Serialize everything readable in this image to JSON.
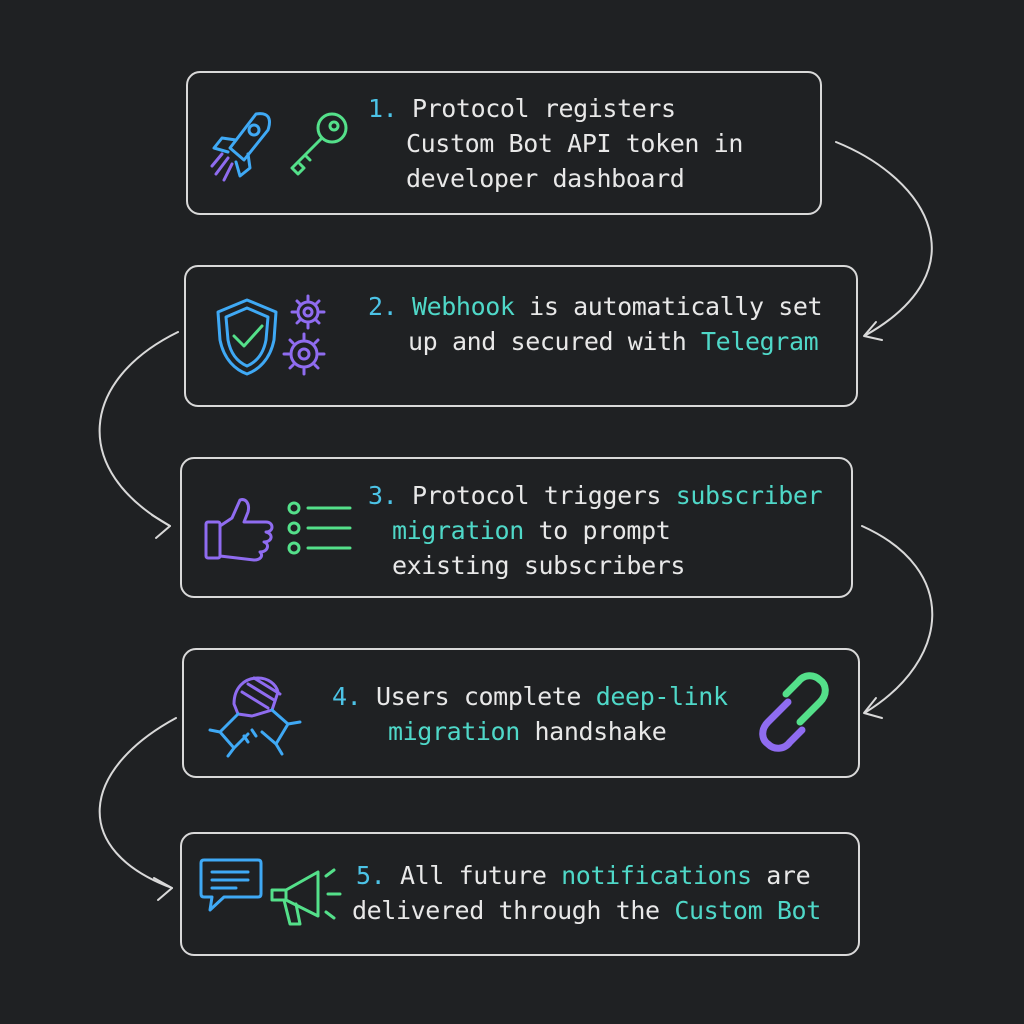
{
  "colors": {
    "background": "#1f2123",
    "box_border": "#d9d9d9",
    "number": "#4cc3e6",
    "highlight_teal": "#4fd8c8",
    "highlight_green": "#5fe39a",
    "icon_blue": "#3fa9f5",
    "icon_purple": "#8f6cf0",
    "icon_green": "#54e08a"
  },
  "steps": [
    {
      "number": "1.",
      "icons": [
        "rocket-icon",
        "key-icon"
      ],
      "lines": [
        [
          {
            "t": " Protocol registers",
            "c": ""
          }
        ],
        [
          {
            "t": "Custom Bot API token in",
            "c": ""
          }
        ],
        [
          {
            "t": "developer dashboard",
            "c": ""
          }
        ]
      ]
    },
    {
      "number": "2.",
      "icons": [
        "shield-check-icon",
        "gears-icon"
      ],
      "lines": [
        [
          {
            "t": " ",
            "c": ""
          },
          {
            "t": "Webhook",
            "c": "hl-teal"
          },
          {
            "t": " is automatically set",
            "c": ""
          }
        ],
        [
          {
            "t": "up and secured with ",
            "c": ""
          },
          {
            "t": "Telegram",
            "c": "hl-teal"
          }
        ]
      ]
    },
    {
      "number": "3.",
      "icons": [
        "thumbs-up-icon",
        "checklist-icon"
      ],
      "lines": [
        [
          {
            "t": " Protocol triggers ",
            "c": ""
          },
          {
            "t": "subscriber",
            "c": "hl-teal"
          }
        ],
        [
          {
            "t": "migration",
            "c": "hl-teal"
          },
          {
            "t": " to prompt",
            "c": ""
          }
        ],
        [
          {
            "t": "existing subscribers",
            "c": ""
          }
        ]
      ]
    },
    {
      "number": "4.",
      "icons": [
        "handshake-icon",
        "chain-link-icon"
      ],
      "lines": [
        [
          {
            "t": " Users complete ",
            "c": ""
          },
          {
            "t": "deep-link",
            "c": "hl-teal"
          }
        ],
        [
          {
            "t": "migration",
            "c": "hl-teal"
          },
          {
            "t": " handshake",
            "c": ""
          }
        ]
      ]
    },
    {
      "number": "5.",
      "icons": [
        "chat-bubble-icon",
        "megaphone-icon"
      ],
      "lines": [
        [
          {
            "t": " All future ",
            "c": ""
          },
          {
            "t": "notifications",
            "c": "hl-teal"
          },
          {
            "t": " are",
            "c": ""
          }
        ],
        [
          {
            "t": "delivered through the ",
            "c": ""
          },
          {
            "t": "Custom Bot",
            "c": "hl-teal"
          }
        ]
      ]
    }
  ]
}
